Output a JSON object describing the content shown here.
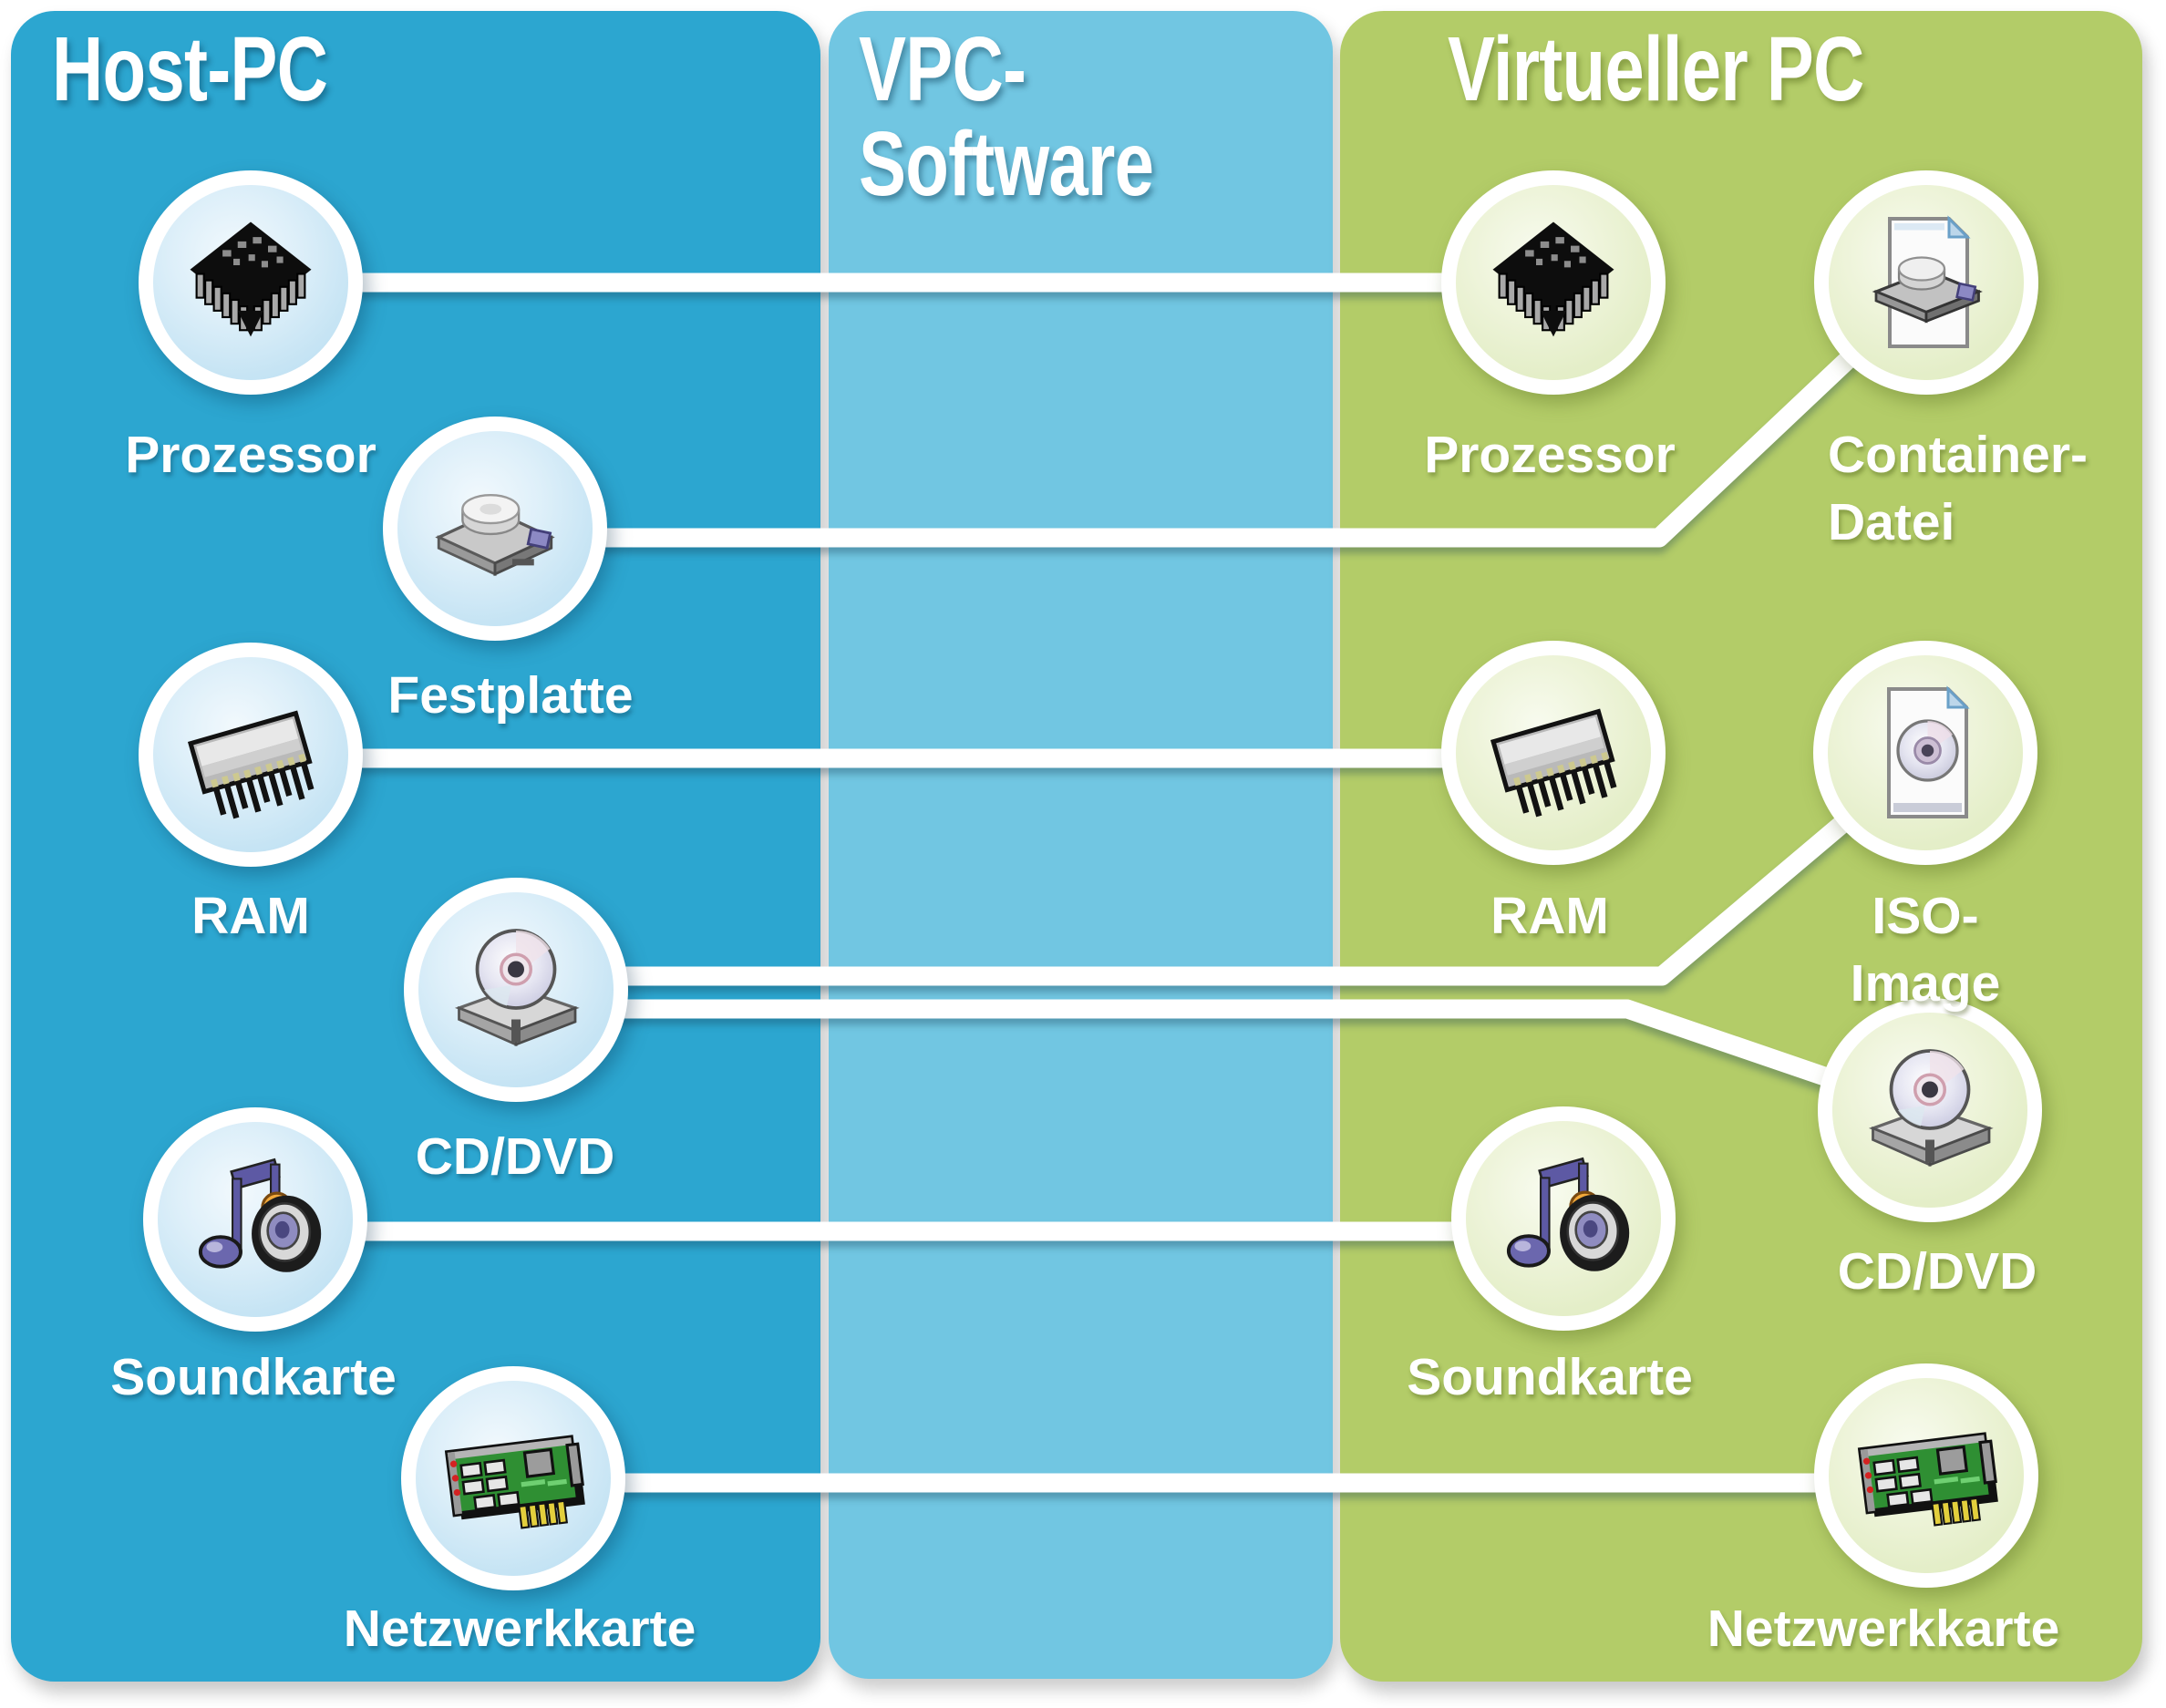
{
  "columns": [
    {
      "title": "Host-PC",
      "items": [
        "Prozessor",
        "Festplatte",
        "RAM",
        "CD/DVD",
        "Soundkarte",
        "Netzwerkkarte"
      ]
    },
    {
      "title": "VPC-\nSoftware",
      "items": []
    },
    {
      "title": "Virtueller PC",
      "items": [
        "Prozessor",
        "Container-\nDatei",
        "RAM",
        "ISO-Image",
        "CD/DVD",
        "Soundkarte",
        "Netzwerkkarte"
      ]
    }
  ],
  "nodes": {
    "host_prozessor": {
      "label": "Prozessor",
      "icon": "cpu-chip-icon"
    },
    "host_festplatte": {
      "label": "Festplatte",
      "icon": "hard-disk-icon"
    },
    "host_ram": {
      "label": "RAM",
      "icon": "ram-module-icon"
    },
    "host_cddvd": {
      "label": "CD/DVD",
      "icon": "cd-drive-icon"
    },
    "host_soundkarte": {
      "label": "Soundkarte",
      "icon": "note-speaker-icon"
    },
    "host_netzwerkkarte": {
      "label": "Netzwerkkarte",
      "icon": "network-card-icon"
    },
    "virt_prozessor": {
      "label": "Prozessor",
      "icon": "cpu-chip-icon"
    },
    "virt_container": {
      "label": "Container-\nDatei",
      "icon": "container-file-icon"
    },
    "virt_ram": {
      "label": "RAM",
      "icon": "ram-module-icon"
    },
    "virt_iso": {
      "label": "ISO-Image",
      "icon": "iso-file-icon"
    },
    "virt_cddvd": {
      "label": "CD/DVD",
      "icon": "cd-drive-icon"
    },
    "virt_soundkarte": {
      "label": "Soundkarte",
      "icon": "note-speaker-icon"
    },
    "virt_netzwerkkarte": {
      "label": "Netzwerkkarte",
      "icon": "network-card-icon"
    }
  },
  "connections": [
    {
      "from": "host_prozessor",
      "to": "virt_prozessor"
    },
    {
      "from": "host_festplatte",
      "to": "virt_container"
    },
    {
      "from": "host_ram",
      "to": "virt_ram"
    },
    {
      "from": "host_cddvd",
      "to": "virt_iso"
    },
    {
      "from": "host_cddvd",
      "to": "virt_cddvd"
    },
    {
      "from": "host_soundkarte",
      "to": "virt_soundkarte"
    },
    {
      "from": "host_netzwerkkarte",
      "to": "virt_netzwerkkarte"
    }
  ],
  "colors": {
    "host_panel": "#2CA6D0",
    "vpc_panel": "#71C6E2",
    "virtual_panel": "#B3CC68",
    "connector_line": "#FFFFFF",
    "label_text": "#FFFFFF",
    "circle_fill_blue": "#CBE6F4",
    "circle_fill_green": "#E9F0D3"
  }
}
